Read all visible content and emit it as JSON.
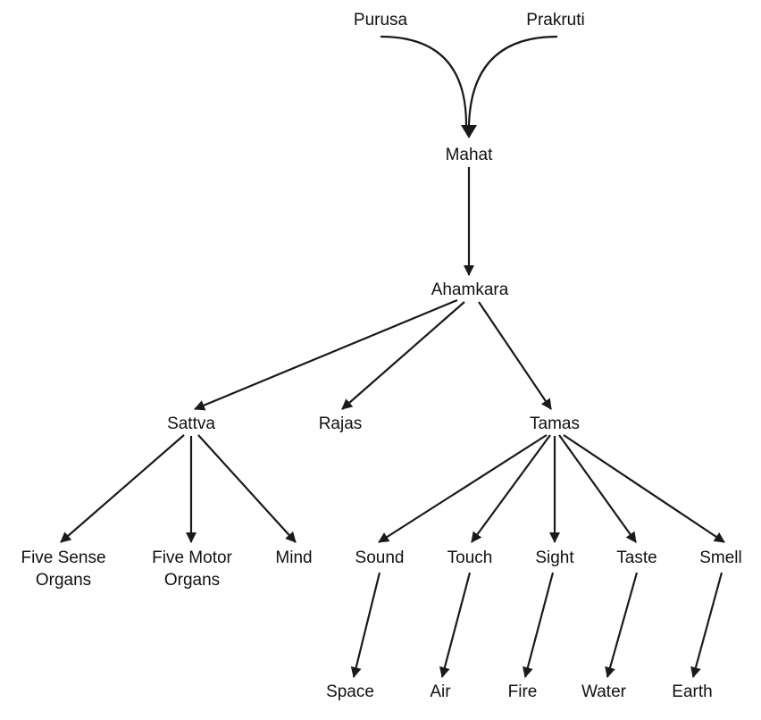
{
  "diagram": {
    "nodes": {
      "purusa": "Purusa",
      "prakruti": "Prakruti",
      "mahat": "Mahat",
      "ahamkara": "Ahamkara",
      "sattva": "Sattva",
      "rajas": "Rajas",
      "tamas": "Tamas",
      "five_sense_organs": [
        "Five Sense",
        "Organs"
      ],
      "five_motor_organs": [
        "Five Motor",
        "Organs"
      ],
      "mind": "Mind",
      "sound": "Sound",
      "touch": "Touch",
      "sight": "Sight",
      "taste": "Taste",
      "smell": "Smell",
      "space": "Space",
      "air": "Air",
      "fire": "Fire",
      "water": "Water",
      "earth": "Earth"
    },
    "edges": [
      {
        "from": "purusa",
        "to": "mahat"
      },
      {
        "from": "prakruti",
        "to": "mahat"
      },
      {
        "from": "mahat",
        "to": "ahamkara"
      },
      {
        "from": "ahamkara",
        "to": "sattva"
      },
      {
        "from": "ahamkara",
        "to": "rajas"
      },
      {
        "from": "ahamkara",
        "to": "tamas"
      },
      {
        "from": "sattva",
        "to": "five_sense_organs"
      },
      {
        "from": "sattva",
        "to": "five_motor_organs"
      },
      {
        "from": "sattva",
        "to": "mind"
      },
      {
        "from": "tamas",
        "to": "sound"
      },
      {
        "from": "tamas",
        "to": "touch"
      },
      {
        "from": "tamas",
        "to": "sight"
      },
      {
        "from": "tamas",
        "to": "taste"
      },
      {
        "from": "tamas",
        "to": "smell"
      },
      {
        "from": "sound",
        "to": "space"
      },
      {
        "from": "touch",
        "to": "air"
      },
      {
        "from": "sight",
        "to": "fire"
      },
      {
        "from": "taste",
        "to": "water"
      },
      {
        "from": "smell",
        "to": "earth"
      }
    ]
  }
}
